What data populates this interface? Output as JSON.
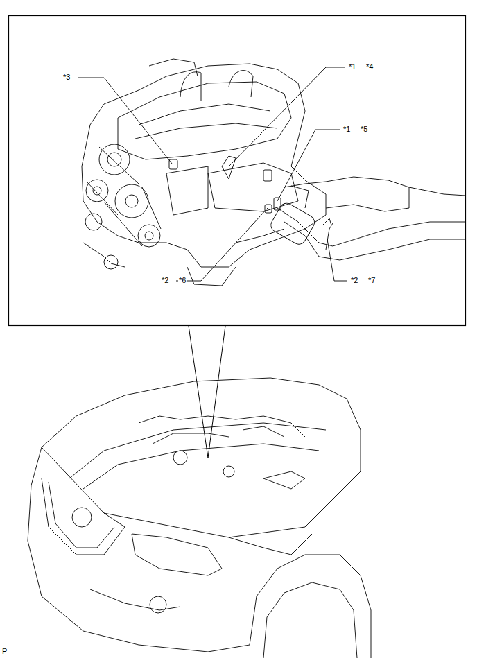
{
  "diagram": {
    "labels": [
      "*3",
      "*1",
      "*4",
      "*1",
      "*5",
      "*2",
      "*6",
      "*2",
      "*7",
      "P"
    ]
  }
}
